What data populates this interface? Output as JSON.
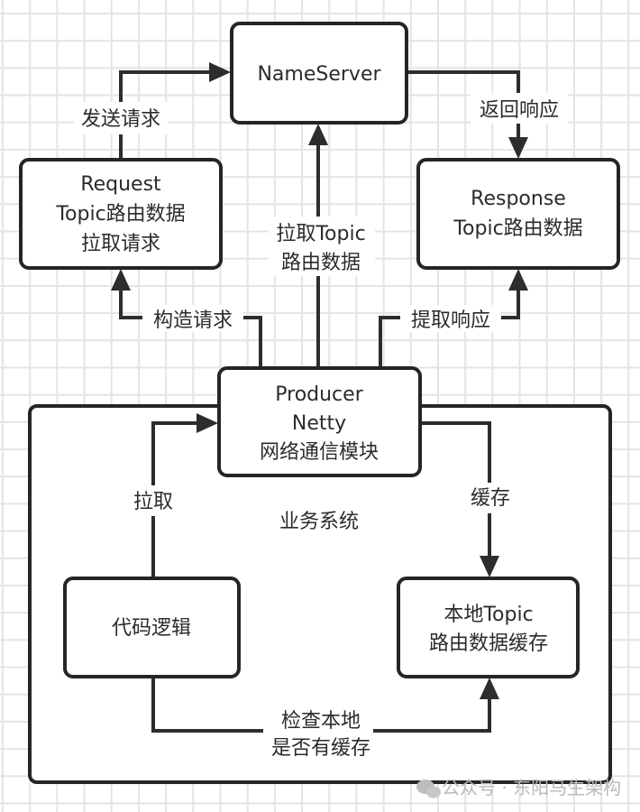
{
  "diagram": {
    "nodes": {
      "nameserver": {
        "lines": [
          "NameServer"
        ]
      },
      "request": {
        "lines": [
          "Request",
          "Topic路由数据",
          "拉取请求"
        ]
      },
      "response": {
        "lines": [
          "Response",
          "Topic路由数据"
        ]
      },
      "producer": {
        "lines": [
          "Producer",
          "Netty",
          "网络通信模块"
        ]
      },
      "business_system": {
        "label": "业务系统"
      },
      "code_logic": {
        "lines": [
          "代码逻辑"
        ]
      },
      "local_cache": {
        "lines": [
          "本地Topic",
          "路由数据缓存"
        ]
      }
    },
    "edges": {
      "send_request": {
        "from": "request",
        "to": "nameserver",
        "lines": [
          "发送请求"
        ]
      },
      "return_response": {
        "from": "nameserver",
        "to": "response",
        "lines": [
          "返回响应"
        ]
      },
      "pull_route": {
        "from": "producer",
        "to": "nameserver",
        "lines": [
          "拉取Topic",
          "路由数据"
        ]
      },
      "build_request": {
        "from": "producer",
        "to": "request",
        "lines": [
          "构造请求"
        ]
      },
      "extract_response": {
        "from": "producer",
        "to": "response",
        "lines": [
          "提取响应"
        ]
      },
      "pull": {
        "from": "code_logic",
        "to": "producer",
        "lines": [
          "拉取"
        ]
      },
      "cache": {
        "from": "producer",
        "to": "local_cache",
        "lines": [
          "缓存"
        ]
      },
      "check_local": {
        "from": "code_logic",
        "to": "local_cache",
        "lines": [
          "检查本地",
          "是否有缓存"
        ]
      }
    }
  },
  "watermark": {
    "icon": "wechat-icon",
    "text": "公众号 · 东阳马生架构"
  },
  "colors": {
    "stroke": "#222629",
    "text": "#2b2b2b",
    "grid": "#e4e4e4",
    "watermark": "#b9b9b9"
  }
}
